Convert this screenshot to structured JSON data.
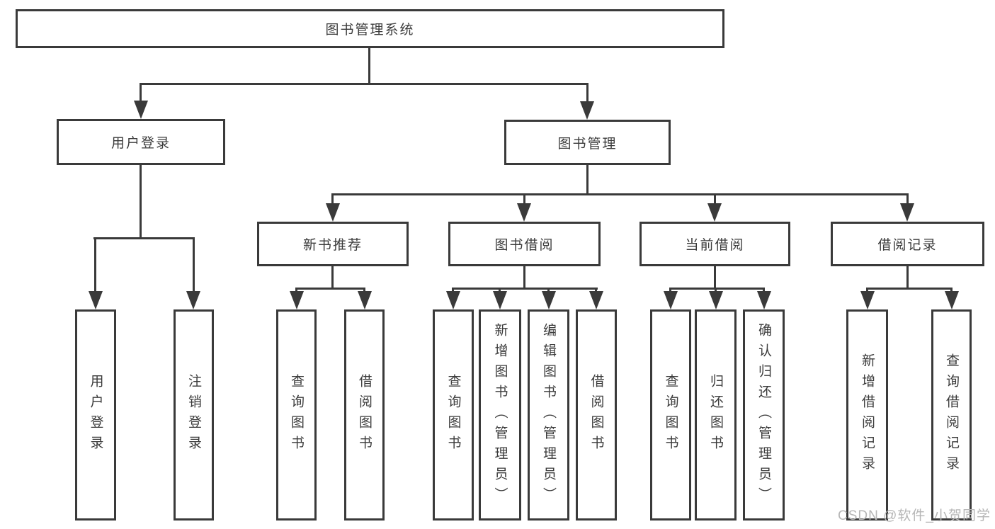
{
  "colors": {
    "line": "#3a3a3a",
    "text": "#3b3b3b",
    "background": "#ffffff",
    "watermark": "#b6b6b6"
  },
  "watermark": {
    "text": "CSDN @软件_小贺同学"
  },
  "tree": {
    "root": {
      "label": "图书管理系统"
    },
    "branches": [
      {
        "label": "用户登录",
        "children": [
          {
            "label": "用户登录"
          },
          {
            "label": "注销登录"
          }
        ]
      },
      {
        "label": "图书管理",
        "sections": [
          {
            "label": "新书推荐",
            "children": [
              {
                "label": "查询图书"
              },
              {
                "label": "借阅图书"
              }
            ]
          },
          {
            "label": "图书借阅",
            "children": [
              {
                "label": "查询图书"
              },
              {
                "label": "新增图书（管理员）"
              },
              {
                "label": "编辑图书（管理员）"
              },
              {
                "label": "借阅图书"
              }
            ]
          },
          {
            "label": "当前借阅",
            "children": [
              {
                "label": "查询图书"
              },
              {
                "label": "归还图书"
              },
              {
                "label": "确认归还（管理员）"
              }
            ]
          },
          {
            "label": "借阅记录",
            "children": [
              {
                "label": "新增借阅记录"
              },
              {
                "label": "查询借阅记录"
              }
            ]
          }
        ]
      }
    ]
  }
}
